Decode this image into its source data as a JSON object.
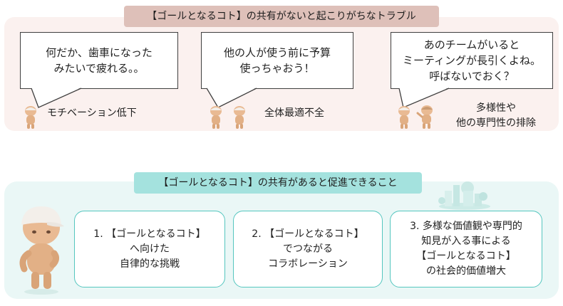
{
  "top_section": {
    "title": "【ゴールとなるコト】の共有がないと起こりがちなトラブル",
    "items": [
      {
        "bubble": [
          "何だか、歯車になった",
          "みたいで疲れる。。"
        ],
        "caption": [
          "モチベーション低下"
        ]
      },
      {
        "bubble": [
          "他の人が使う前に予算",
          "使っちゃおう！"
        ],
        "caption": [
          "全体最適不全"
        ]
      },
      {
        "bubble": [
          "あのチームがいると",
          "ミーティングが長引くよね。",
          "呼ばないでおく？"
        ],
        "caption": [
          "多様性や",
          "他の専門性の排除"
        ]
      }
    ]
  },
  "bottom_section": {
    "title": "【ゴールとなるコト】の共有があると促進できること",
    "cards": [
      [
        "1. 【ゴールとなるコト】",
        "へ向けた",
        "自律的な挑戦"
      ],
      [
        "2. 【ゴールとなるコト】",
        "でつながる",
        "コラボレーション"
      ],
      [
        "3. 多様な価値観や専門的",
        "知見が入る事による",
        "【ゴールとなるコト】",
        "の社会的価値増大"
      ]
    ]
  },
  "colors": {
    "top_panel": "#fbf1ef",
    "top_title_bg": "#dec0b9",
    "bottom_panel": "#eaf7f6",
    "bottom_title_bg": "#a4e2de",
    "card_border": "#55c6bf",
    "figure_skin": "#e9ba93",
    "figure_cap": "#f3efea"
  },
  "icons": [
    "person-figure-icon",
    "speech-bubble-tail-icon",
    "cityscape-illustration-icon"
  ]
}
